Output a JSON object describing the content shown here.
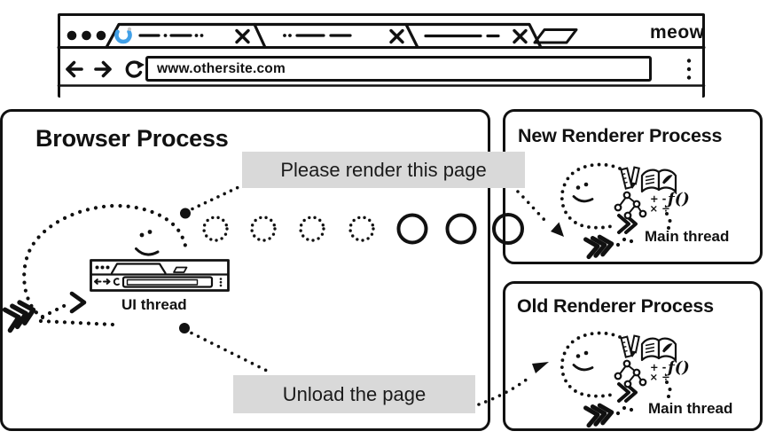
{
  "colors": {
    "ink": "#111111",
    "label_bg": "#d9d9d9",
    "spinner_blue": "#41a0e8"
  },
  "browser_window": {
    "brand": "meow",
    "url": "www.othersite.com",
    "tabs": [
      {
        "state": "loading",
        "icon": "loading-spinner-icon",
        "close": "x"
      },
      {
        "state": "idle",
        "close": "x"
      },
      {
        "state": "idle",
        "close": "x"
      }
    ],
    "nav_icons": [
      "back-arrow-icon",
      "forward-arrow-icon",
      "reload-icon",
      "menu-dots-icon"
    ],
    "window_controls": "three-dots"
  },
  "processes": {
    "browser": {
      "title": "Browser Process",
      "thread": "UI thread"
    },
    "new_renderer": {
      "title": "New Renderer Process",
      "thread": "Main thread"
    },
    "old_renderer": {
      "title": "Old Renderer Process",
      "thread": "Main thread"
    }
  },
  "messages": {
    "render": "Please render this page",
    "unload": "Unload the page"
  },
  "icons": {
    "math_row1": "+ -",
    "math_row2": "× ÷",
    "function_symbol": "ƒ()"
  }
}
